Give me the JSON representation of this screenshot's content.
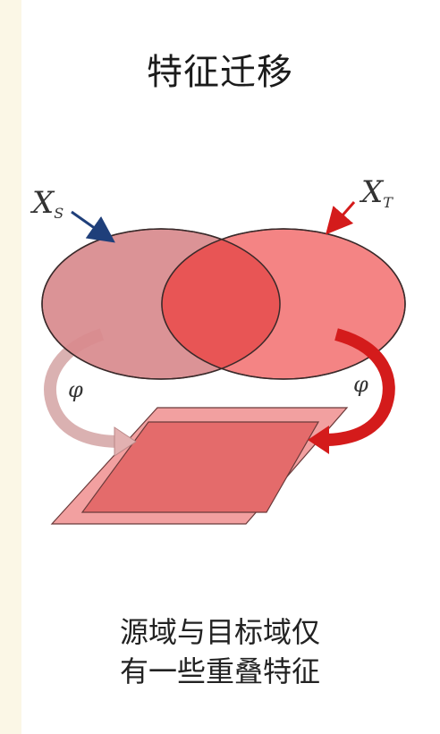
{
  "title": "特征迁移",
  "diagram": {
    "source_domain_label": "X",
    "source_domain_subscript": "S",
    "target_domain_label": "X",
    "target_domain_subscript": "T",
    "mapping_label_left": "φ",
    "mapping_label_right": "φ",
    "colors": {
      "source_fill": "#d98a8e",
      "target_fill": "#f47a7a",
      "overlap_fill": "#e85b5b",
      "outline": "#3a2a2a",
      "source_arrow": "#1f3f7a",
      "target_arrow": "#d41b1b",
      "plane_back": "#f08a8a",
      "plane_front": "#e46868"
    }
  },
  "caption": {
    "line1": "源域与目标域仅",
    "line2": "有一些重叠特征"
  }
}
